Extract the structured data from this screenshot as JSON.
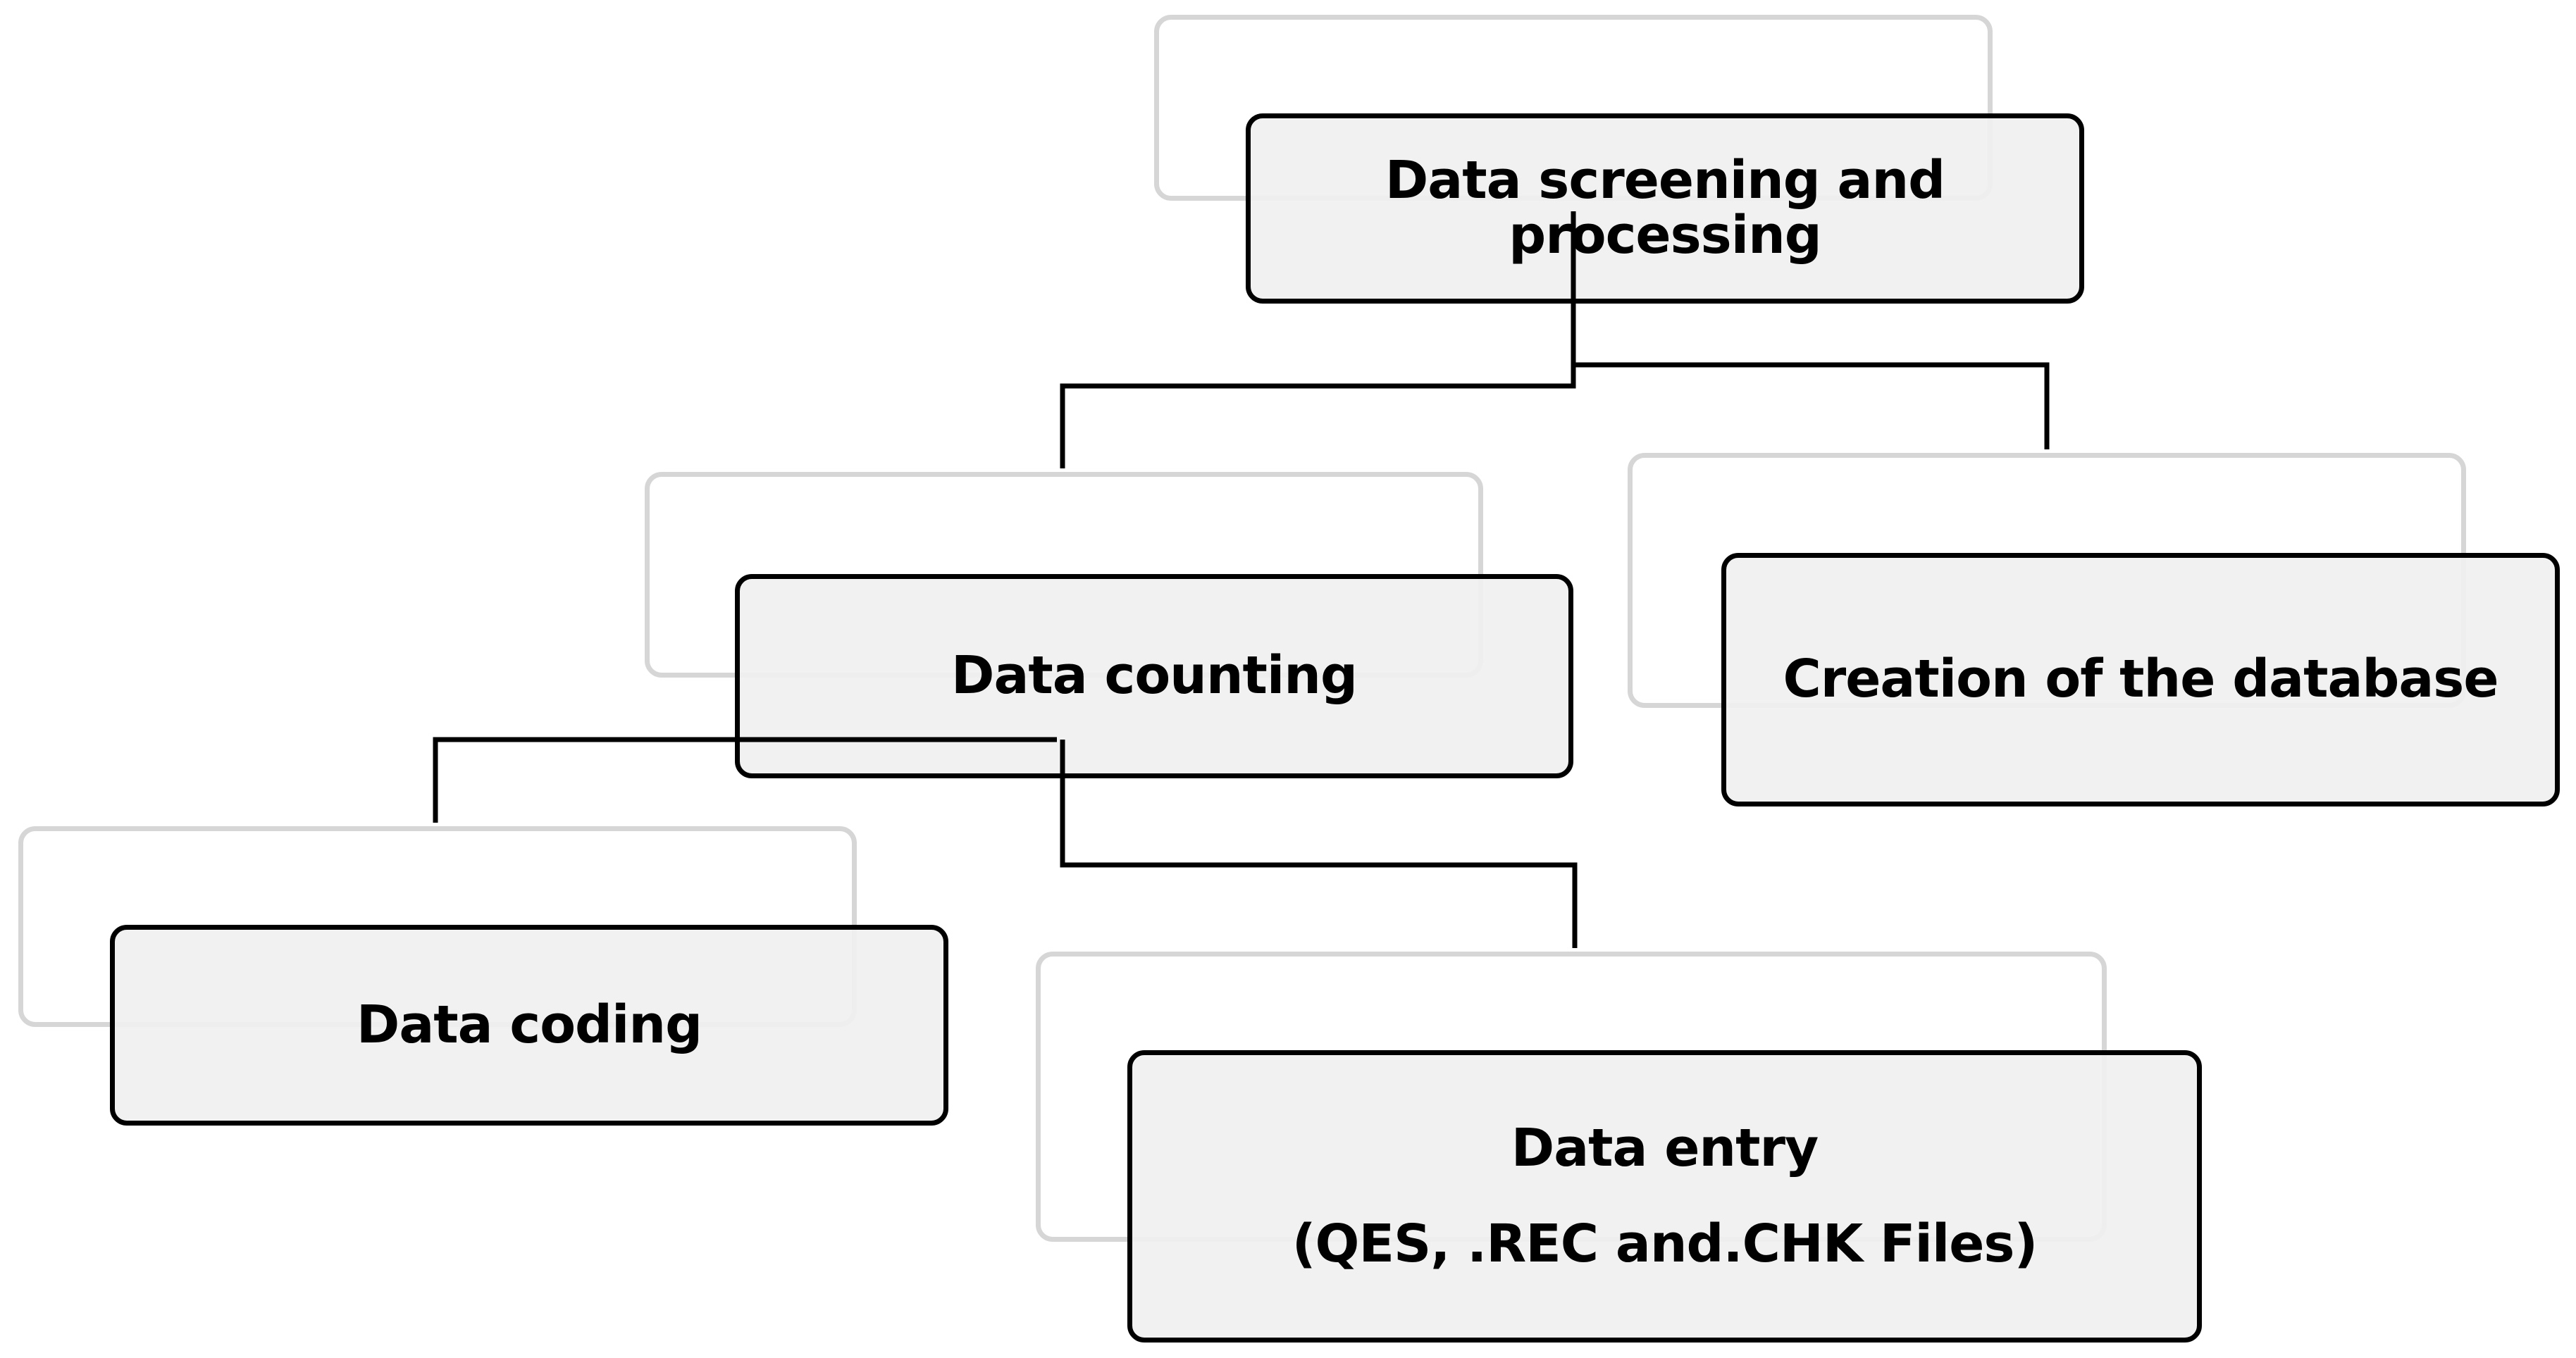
{
  "diagram": {
    "nodes": {
      "root": {
        "label": "Data screening and processing"
      },
      "counting": {
        "label": "Data counting"
      },
      "database": {
        "label": "Creation of the database"
      },
      "coding": {
        "label": "Data coding"
      },
      "entry": {
        "label": "Data entry",
        "sublabel": "(QES, .REC and.CHK Files)"
      }
    },
    "edges": [
      {
        "from": "root",
        "to": "counting"
      },
      {
        "from": "root",
        "to": "database"
      },
      {
        "from": "counting",
        "to": "coding"
      },
      {
        "from": "counting",
        "to": "entry"
      }
    ],
    "colors": {
      "node_border": "#000000",
      "node_fill": "#f0f0f0",
      "shadow_border": "#d6d6d6",
      "connector": "#000000"
    }
  }
}
